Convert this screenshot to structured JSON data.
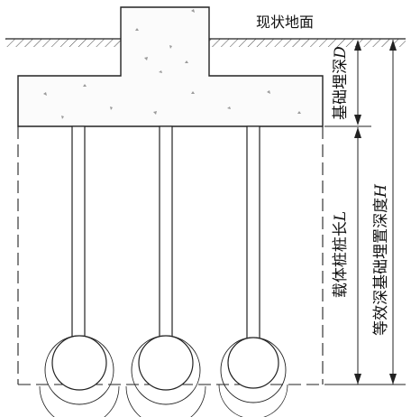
{
  "labels": {
    "ground_surface": "现状地面",
    "foundation_depth": {
      "text": "基础埋深",
      "var": "D"
    },
    "pile_length": {
      "text": "载体桩桩长",
      "var": "L"
    },
    "equivalent_depth": {
      "text": "等效深基础埋置深度",
      "var": "H"
    }
  },
  "colors": {
    "line": "#222222",
    "hatch": "#444444",
    "concrete_fill": "#fbfbfb",
    "aggregate": "#9a9a9a"
  },
  "piles": [
    {
      "name": "pile-left"
    },
    {
      "name": "pile-middle"
    },
    {
      "name": "pile-right"
    }
  ]
}
